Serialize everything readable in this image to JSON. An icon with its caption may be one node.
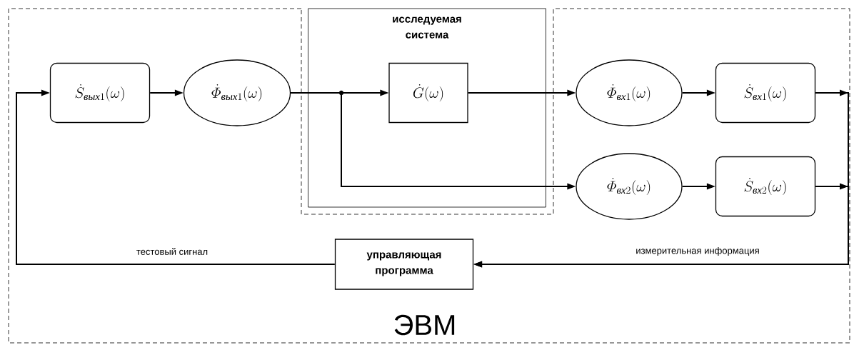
{
  "diagram": {
    "nodes": [
      {
        "text": [
          "ЭВМ"
        ]
      },
      {
        "text": [
          "\\dot{S}_{\\textit{вых}1}(\\omega)"
        ],
        "in": 0
      },
      {
        "text": [
          "\\dot{\\varPhi}_{\\textit{вых}1}(\\omega)"
        ],
        "in": 0
      },
      {
        "text": [
          "исследуемая система"
        ]
      },
      {
        "text": [
          "\\dot{G}(\\omega)"
        ],
        "in": 3
      },
      {
        "text": [
          "\\dot{\\varPhi}_{\\textit{вх}1}(\\omega)"
        ],
        "in": 0
      },
      {
        "text": [
          "\\dot{S}_{\\textit{вх}1}(\\omega)"
        ],
        "in": 0
      },
      {
        "text": [
          "\\dot{\\varPhi}_{\\textit{вх}2}(\\omega)"
        ],
        "in": 0
      },
      {
        "text": [
          "\\dot{S}_{\\textit{вх}2}(\\omega)"
        ],
        "in": 0
      },
      {
        "text": [
          "управляющая программа"
        ],
        "in": 0
      }
    ],
    "edges": [
      {
        "from": 1,
        "to": 2,
        "arrow": "to"
      },
      {
        "from": 2,
        "to": 4,
        "arrow": "to"
      },
      {
        "from": 2,
        "to": 7,
        "arrow": "to"
      },
      {
        "from": 4,
        "to": 5,
        "arrow": "to"
      },
      {
        "from": 5,
        "to": 6,
        "arrow": "to"
      },
      {
        "from": 7,
        "to": 8,
        "arrow": "to"
      },
      {
        "from": 6,
        "to": 9,
        "arrow": "to",
        "label": "измерительная информация"
      },
      {
        "from": 8,
        "to": 9,
        "arrow": "to"
      },
      {
        "from": 9,
        "to": 1,
        "arrow": "to",
        "label": "тестовый сигнал"
      }
    ]
  }
}
